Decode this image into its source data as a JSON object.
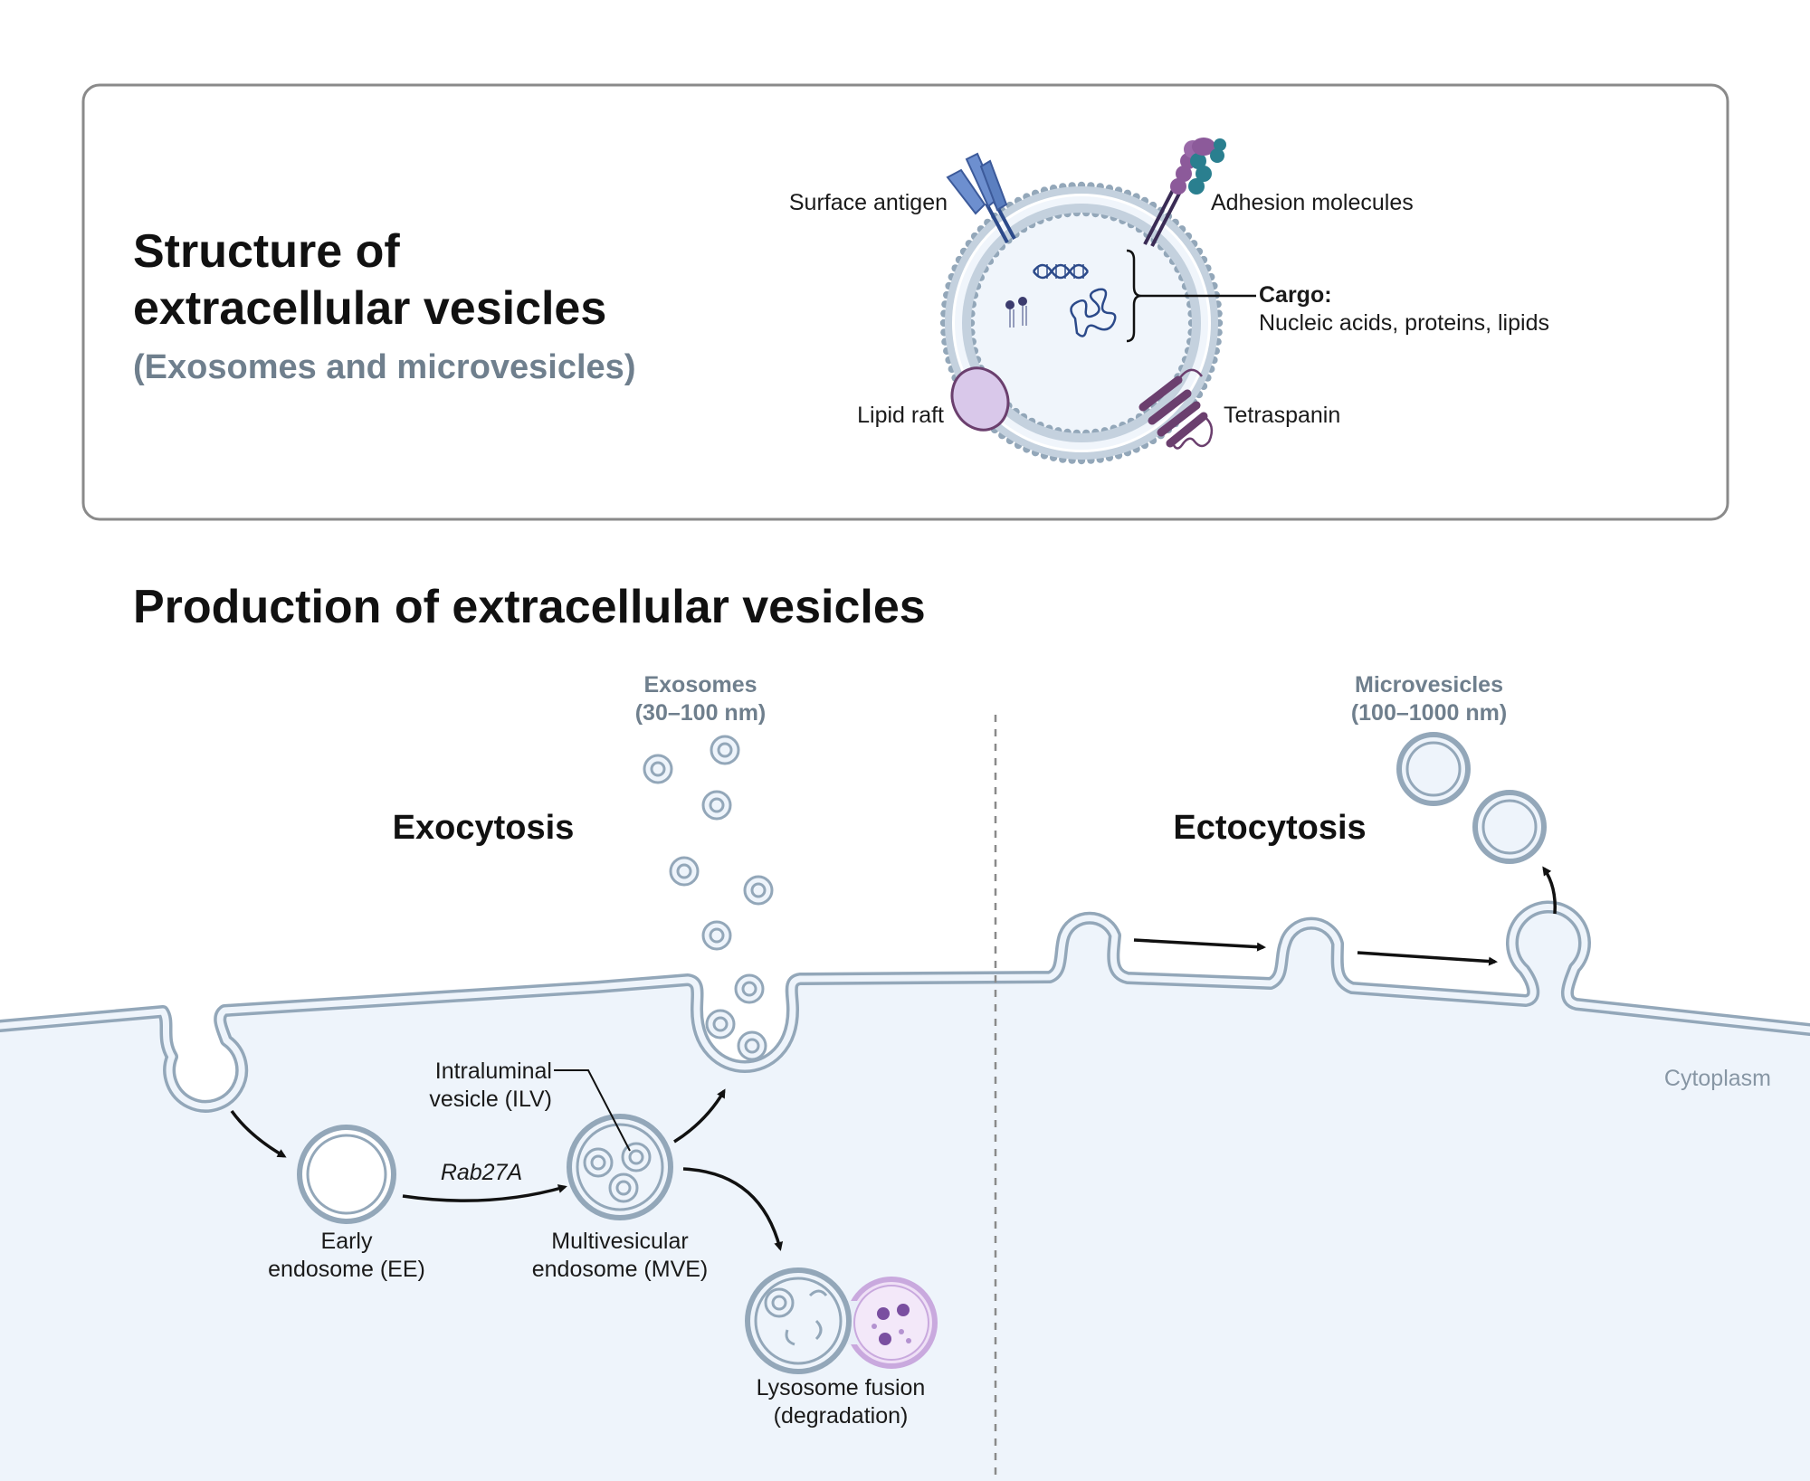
{
  "structure": {
    "title_line1": "Structure of",
    "title_line2": "extracellular vesicles",
    "subtitle": "(Exosomes and microvesicles)",
    "labels": {
      "surface_antigen": "Surface antigen",
      "adhesion_molecules": "Adhesion molecules",
      "cargo_heading": "Cargo:",
      "cargo_detail": "Nucleic acids, proteins, lipids",
      "lipid_raft": "Lipid raft",
      "tetraspanin": "Tetraspanin"
    }
  },
  "production": {
    "title": "Production of extracellular vesicles",
    "exocytosis": {
      "heading": "Exocytosis",
      "exosomes_label": "Exosomes",
      "exosomes_size": "(30–100 nm)",
      "ilv_line1": "Intraluminal",
      "ilv_line2": "vesicle (ILV)",
      "rab": "Rab27A",
      "ee_line1": "Early",
      "ee_line2": "endosome (EE)",
      "mve_line1": "Multivesicular",
      "mve_line2": "endosome (MVE)",
      "lyso_line1": "Lysosome fusion",
      "lyso_line2": "(degradation)"
    },
    "ectocytosis": {
      "heading": "Ectocytosis",
      "microvesicles_label": "Microvesicles",
      "microvesicles_size": "(100–1000 nm)"
    },
    "cytoplasm": "Cytoplasm"
  },
  "colors": {
    "membrane": "#93a7b9",
    "cytoplasm_fill": "#eef4fb",
    "subtitle_grey": "#6f7f8d",
    "antigen_blue": "#5b7fc0",
    "adhesion_purple": "#8c5a9a",
    "adhesion_teal": "#2a7f8f",
    "tetraspanin_purple": "#6b3f6e",
    "lipid_raft_fill": "#d9c8ea"
  }
}
